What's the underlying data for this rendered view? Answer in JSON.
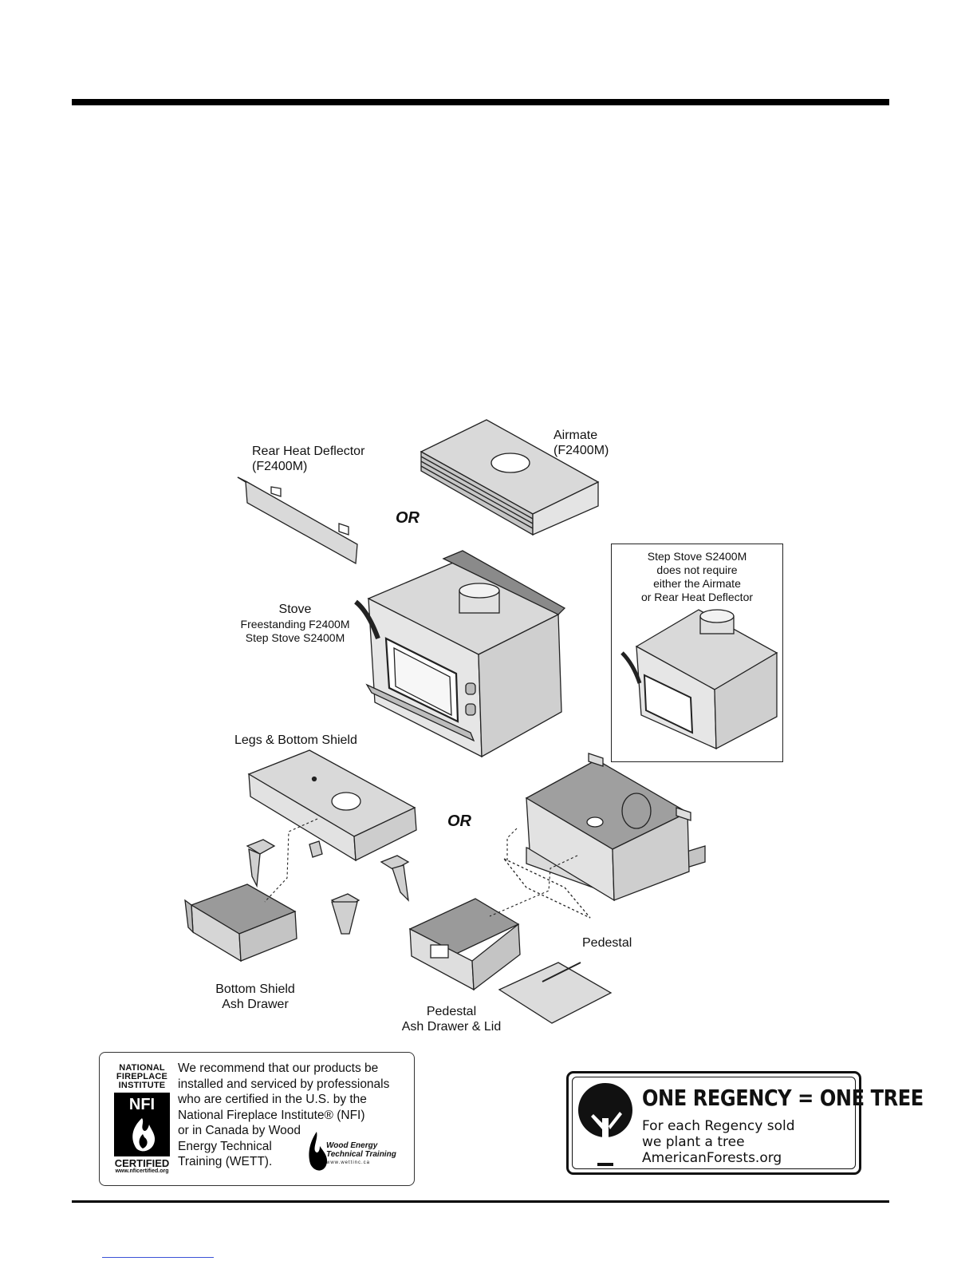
{
  "labels": {
    "rear_heat_deflector": "Rear Heat Deflector\n(F2400M)",
    "airmate": "Airmate\n(F2400M)",
    "or_top": "OR",
    "stove_title": "Stove",
    "stove_models": "Freestanding F2400M\nStep Stove S2400M",
    "inset_note": "Step Stove S2400M\ndoes not require\neither the Airmate\nor Rear Heat Deflector",
    "legs_bottom_shield": "Legs & Bottom Shield",
    "or_bottom": "OR",
    "pedestal": "Pedestal",
    "bottom_shield_ash_drawer": "Bottom Shield\nAsh Drawer",
    "pedestal_ash_drawer_lid": "Pedestal\nAsh Drawer & Lid"
  },
  "nfi": {
    "header": "NATIONAL\nFIREPLACE\nINSTITUTE",
    "mark": "NFI",
    "certified": "CERTIFIED",
    "url": "www.nficertified.org",
    "body": "We recommend that our products be\ninstalled and serviced by professionals\nwho are certified in the U.S. by the\nNational Fireplace Institute® (NFI)\nor in Canada by Wood\nEnergy Technical\nTraining (WETT).",
    "wett_logo_text": "Wood Energy\nTechnical Training",
    "wett_url": "www.wettinc.ca"
  },
  "tree_promo": {
    "title": "ONE REGENCY = ONE TREE",
    "subtitle": "For each Regency sold\nwe plant a tree\nAmericanForests.org"
  }
}
